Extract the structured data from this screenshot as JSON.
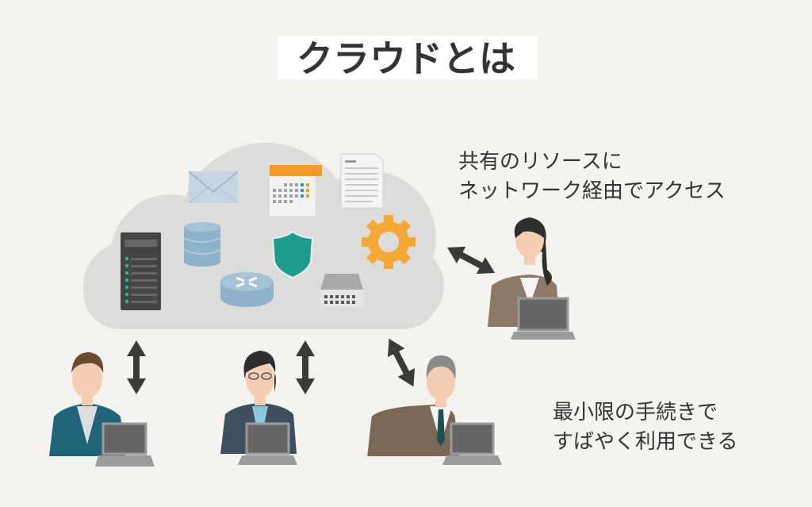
{
  "title": "クラウドとは",
  "captions": {
    "shared_line1": "共有のリソースに",
    "shared_line2": "ネットワーク経由でアクセス",
    "quick_line1": "最小限の手続きで",
    "quick_line2": "すばやく利用できる"
  },
  "cloud_icons": [
    "mail-icon",
    "calendar-icon",
    "document-icon",
    "server-icon",
    "database-icon",
    "shield-icon",
    "gear-icon",
    "router-icon",
    "switch-icon"
  ],
  "colors": {
    "background": "#f4f3ef",
    "cloud": "#dcdcdb",
    "accent_orange": "#f3a533",
    "shield": "#1d9c8e",
    "arrow": "#3a3a38"
  }
}
